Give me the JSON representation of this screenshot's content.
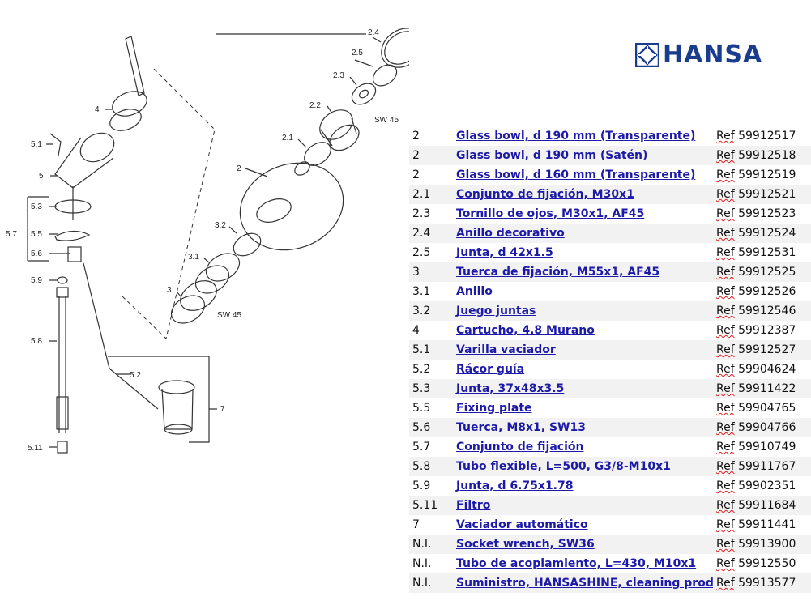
{
  "brand": {
    "name": "HANSA",
    "color": "#1a3c8c"
  },
  "diagram": {
    "callouts": [
      "2.4",
      "2.5",
      "2.3",
      "SW 45",
      "2.2",
      "2.1",
      "2",
      "4",
      "5.1",
      "5",
      "5.3",
      "5.5",
      "5.7",
      "5.6",
      "5.9",
      "5.8",
      "3.2",
      "3.1",
      "3",
      "SW 45",
      "5.2",
      "7",
      "5.11"
    ]
  },
  "parts": [
    {
      "pos": "2",
      "desc": "Glass bowl, d 190 mm (Transparente)",
      "ref_label": "Ref",
      "ref": "59912517"
    },
    {
      "pos": "2",
      "desc": "Glass bowl, d 190 mm (Satén)",
      "ref_label": "Ref",
      "ref": "59912518"
    },
    {
      "pos": "2",
      "desc": "Glass bowl, d 160 mm (Transparente)",
      "ref_label": "Ref",
      "ref": "59912519"
    },
    {
      "pos": "2.1",
      "desc": "Conjunto de fijación, M30x1",
      "ref_label": "Ref",
      "ref": "59912521"
    },
    {
      "pos": "2.3",
      "desc": "Tornillo de ojos, M30x1, AF45",
      "ref_label": "Ref",
      "ref": "59912523"
    },
    {
      "pos": "2.4",
      "desc": "Anillo decorativo",
      "ref_label": "Ref",
      "ref": "59912524"
    },
    {
      "pos": "2.5",
      "desc": "Junta, d 42x1.5",
      "ref_label": "Ref",
      "ref": "59912531"
    },
    {
      "pos": "3",
      "desc": "Tuerca de fijación, M55x1, AF45",
      "ref_label": "Ref",
      "ref": "59912525"
    },
    {
      "pos": "3.1",
      "desc": "Anillo",
      "ref_label": "Ref",
      "ref": "59912526"
    },
    {
      "pos": "3.2",
      "desc": "Juego juntas",
      "ref_label": "Ref",
      "ref": "59912546"
    },
    {
      "pos": "4",
      "desc": "Cartucho, 4.8 Murano",
      "ref_label": "Ref",
      "ref": "59912387"
    },
    {
      "pos": "5.1",
      "desc": "Varilla vaciador",
      "ref_label": "Ref",
      "ref": "59912527"
    },
    {
      "pos": "5.2",
      "desc": "Rácor guía",
      "ref_label": "Ref",
      "ref": "59904624"
    },
    {
      "pos": "5.3",
      "desc": "Junta, 37x48x3.5",
      "ref_label": "Ref",
      "ref": "59911422"
    },
    {
      "pos": "5.5",
      "desc": "Fixing plate",
      "ref_label": "Ref",
      "ref": "59904765"
    },
    {
      "pos": "5.6",
      "desc": "Tuerca, M8x1, SW13",
      "ref_label": "Ref",
      "ref": "59904766"
    },
    {
      "pos": "5.7",
      "desc": "Conjunto de fijación",
      "ref_label": "Ref",
      "ref": "59910749"
    },
    {
      "pos": "5.8",
      "desc": "Tubo flexible, L=500, G3/8-M10x1",
      "ref_label": "Ref",
      "ref": "59911767"
    },
    {
      "pos": "5.9",
      "desc": "Junta, d 6.75x1.78",
      "ref_label": "Ref",
      "ref": "59902351"
    },
    {
      "pos": "5.11",
      "desc": "Filtro",
      "ref_label": "Ref",
      "ref": "59911684"
    },
    {
      "pos": "7",
      "desc": "Vaciador automático",
      "ref_label": "Ref",
      "ref": "59911441"
    },
    {
      "pos": "N.I.",
      "desc": "Socket wrench, SW36",
      "ref_label": "Ref",
      "ref": "59913900"
    },
    {
      "pos": "N.I.",
      "desc": "Tubo de acoplamiento, L=430, M10x1",
      "ref_label": "Ref",
      "ref": "59912550"
    },
    {
      "pos": "N.I.",
      "desc": "Suministro, HANSASHINE, cleaning product",
      "ref_label": "Ref",
      "ref": "59913577"
    }
  ]
}
